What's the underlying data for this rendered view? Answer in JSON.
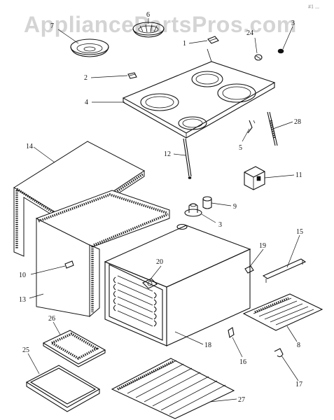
{
  "watermark": "AppliancePartsPros.com",
  "corner_note": "#1 ...",
  "callouts": [
    {
      "id": "c1",
      "label": "1"
    },
    {
      "id": "c2",
      "label": "2"
    },
    {
      "id": "c3a",
      "label": "3"
    },
    {
      "id": "c3b",
      "label": "3"
    },
    {
      "id": "c4",
      "label": "4"
    },
    {
      "id": "c5",
      "label": "5"
    },
    {
      "id": "c6",
      "label": "6"
    },
    {
      "id": "c7",
      "label": "7"
    },
    {
      "id": "c8",
      "label": "8"
    },
    {
      "id": "c9",
      "label": "9"
    },
    {
      "id": "c10",
      "label": "10"
    },
    {
      "id": "c11",
      "label": "11"
    },
    {
      "id": "c12",
      "label": "12"
    },
    {
      "id": "c13",
      "label": "13"
    },
    {
      "id": "c14",
      "label": "14"
    },
    {
      "id": "c15",
      "label": "15"
    },
    {
      "id": "c16",
      "label": "16"
    },
    {
      "id": "c17",
      "label": "17"
    },
    {
      "id": "c18",
      "label": "18"
    },
    {
      "id": "c19",
      "label": "19"
    },
    {
      "id": "c20",
      "label": "20"
    },
    {
      "id": "c24",
      "label": "24"
    },
    {
      "id": "c25",
      "label": "25"
    },
    {
      "id": "c26",
      "label": "26"
    },
    {
      "id": "c27",
      "label": "27"
    },
    {
      "id": "c28",
      "label": "28"
    }
  ]
}
